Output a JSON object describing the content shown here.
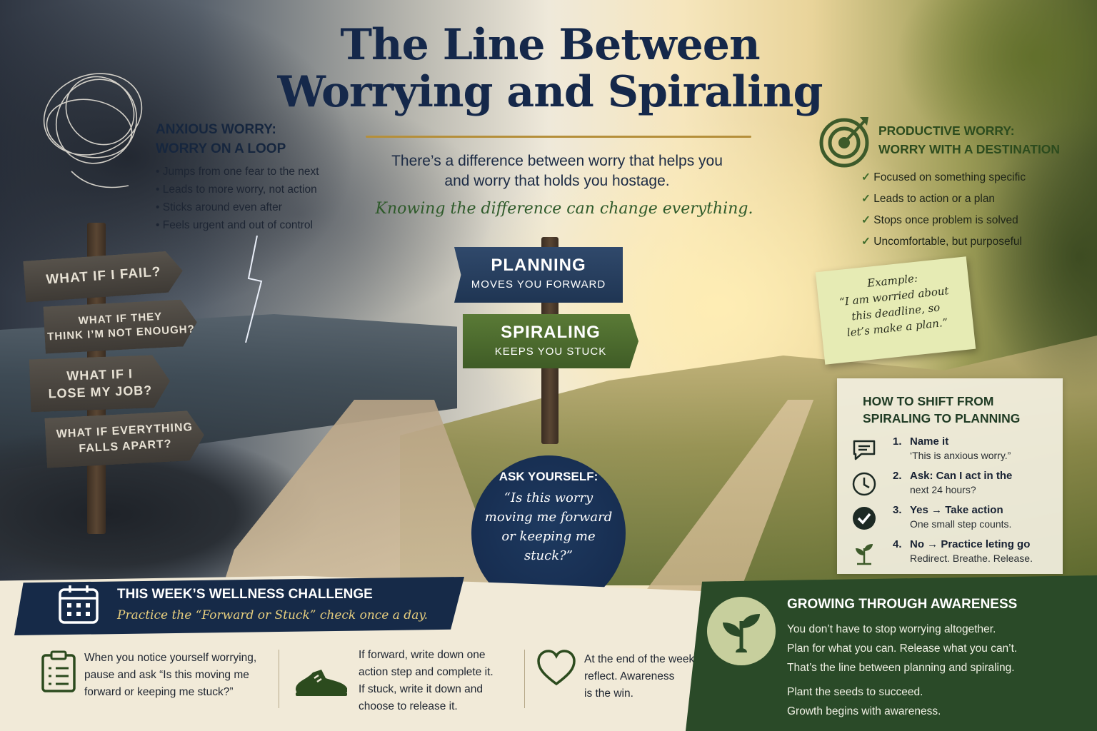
{
  "title": {
    "line1": "The Line Between",
    "line2": "Worrying and Spiraling"
  },
  "intro": {
    "line1": "There’s a difference between worry that helps you",
    "line2": "and worry that holds you hostage.",
    "script": "Knowing the difference can change everything."
  },
  "anxious": {
    "heading1": "ANXIOUS WORRY:",
    "heading2": "WORRY ON A LOOP",
    "items": [
      "Jumps from one fear to the next",
      "Leads to more worry, not action",
      "Sticks around even after",
      "Feels urgent and out of control"
    ]
  },
  "left_signs": [
    {
      "line1": "WHAT IF I FAIL?",
      "line2": ""
    },
    {
      "line1": "WHAT IF THEY",
      "line2": "THINK I’M NOT ENOUGH?"
    },
    {
      "line1": "WHAT IF I",
      "line2": "LOSE MY JOB?"
    },
    {
      "line1": "WHAT IF EVERYTHING",
      "line2": "FALLS APART?"
    }
  ],
  "center_signs": {
    "planning": {
      "main": "PLANNING",
      "sub": "MOVES YOU FORWARD"
    },
    "spiraling": {
      "main": "SPIRALING",
      "sub": "KEEPS YOU STUCK"
    }
  },
  "ask": {
    "heading": "ASK YOURSELF:",
    "question": "“Is this worry moving me forward or keeping me stuck?”"
  },
  "productive": {
    "heading1": "PRODUCTIVE WORRY:",
    "heading2": "WORRY WITH A DESTINATION",
    "items": [
      "Focused on something specific",
      "Leads to action or a plan",
      "Stops once problem is solved",
      "Uncomfortable, but purposeful"
    ]
  },
  "note": {
    "label": "Example:",
    "line1": "“I am worried about",
    "line2": "this deadline, so",
    "line3": "let’s make a plan.”"
  },
  "shift": {
    "heading1": "HOW TO SHIFT FROM",
    "heading2": "SPIRALING TO PLANNING",
    "steps": [
      {
        "num": "1.",
        "title": "Name it",
        "detail": "‘This is anxious worry.”",
        "icon": "speech-bubble-icon"
      },
      {
        "num": "2.",
        "title": "Ask: Can I act in the",
        "detail": "next 24 hours?",
        "icon": "clock-icon"
      },
      {
        "num": "3.",
        "title": "Yes → Take action",
        "detail": "One small step counts.",
        "icon": "check-circle-icon"
      },
      {
        "num": "4.",
        "title": "No → Practice leting go",
        "detail": "Redirect. Breathe. Release.",
        "icon": "sprout-icon"
      }
    ]
  },
  "challenge": {
    "heading": "THIS WEEK’S WELLNESS CHALLENGE",
    "subtitle": "Practice the “Forward or Stuck” check once a day.",
    "columns": [
      {
        "icon": "clipboard-icon",
        "lines": [
          "When you notice yourself worrying,",
          "pause and ask “Is this moving me",
          "forward or keeping me stuck?”"
        ]
      },
      {
        "icon": "sneaker-icon",
        "lines": [
          "If forward, write down one",
          "action step and complete it.",
          "If  stuck, write it down and",
          "choose to release it."
        ]
      },
      {
        "icon": "heart-icon",
        "lines": [
          "At the end of the week,",
          "reflect. Awareness",
          "is the win."
        ]
      }
    ]
  },
  "growing": {
    "heading": "GROWING THROUGH AWARENESS",
    "body": [
      "You don’t have to stop worrying altogether.",
      "Plan for what you can. Release what you can’t.",
      "That’s the line between planning and spiraling."
    ],
    "tagline": [
      "Plant the seeds to succeed.",
      "Growth begins with awareness."
    ]
  },
  "colors": {
    "navy": "#15284a",
    "green": "#2a4a28",
    "gold": "#b58f3a",
    "parchment": "#f1ead8"
  }
}
